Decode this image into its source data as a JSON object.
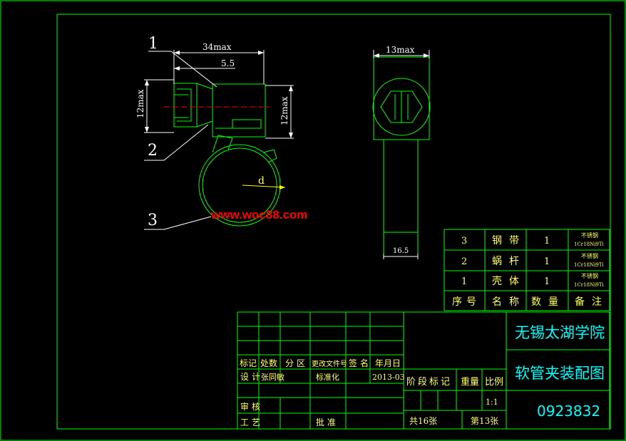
{
  "callouts": {
    "c1": "1",
    "c2": "2",
    "c3": "3"
  },
  "dims": {
    "overall_length": "34max",
    "head_len": "5.5",
    "left_height": "12max",
    "right_height": "12max",
    "diameter": "d",
    "side_width": "13max",
    "band_width": "16.5"
  },
  "watermark": "www.woc88.com",
  "parts_list": {
    "rows": [
      {
        "no": "3",
        "name": "钢带",
        "qty": "1",
        "note1": "不锈钢",
        "note2": "1Cr18Ni9Ti"
      },
      {
        "no": "2",
        "name": "蜗杆",
        "qty": "1",
        "note1": "不锈钢",
        "note2": "1Cr18Ni9Ti"
      },
      {
        "no": "1",
        "name": "壳体",
        "qty": "1",
        "note1": "不锈钢",
        "note2": "1Cr18Ni9Ti"
      }
    ],
    "header": {
      "no": "序号",
      "name": "名称",
      "qty": "数量",
      "note": "备注"
    }
  },
  "title_block": {
    "school": "无锡太湖学院",
    "drawing_title": "软管夹装配图",
    "drawing_no": "0923832",
    "h_mark": "标记",
    "h_count": "处数",
    "h_zone": "分区",
    "h_doc": "更改文件号",
    "h_sign": "签名",
    "h_date": "年月日",
    "design": "设计",
    "designer": "张同敏",
    "standard": "标准化",
    "date": "2013-03",
    "review": "审核",
    "process": "工艺",
    "approve": "批准",
    "stage_mark": "阶段标记",
    "weight": "重量",
    "scale_label": "比例",
    "scale": "1:1",
    "sheets_total": "共16张",
    "sheet_no": "第13张"
  }
}
